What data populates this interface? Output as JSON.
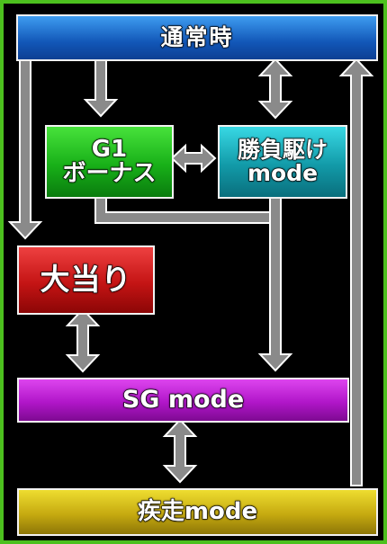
{
  "nodes": {
    "normal": "通常時",
    "g1_line1": "G1",
    "g1_line2": "ボーナス",
    "battle_line1": "勝負駆け",
    "battle_line2": "mode",
    "jackpot": "大当り",
    "sg_mode": "SG mode",
    "dash_mode": "疾走mode"
  },
  "colors": {
    "frame": "#4cc01e",
    "background": "#000000",
    "arrow_fill": "#8a8a8a",
    "arrow_stroke": "#ffffff",
    "normal": "#1a64c8",
    "g1": "#1fb51f",
    "battle": "#18a7b5",
    "jackpot": "#c81818",
    "sg_mode": "#b418cc",
    "dash_mode": "#c9ad12"
  },
  "edges": [
    {
      "from": "normal",
      "to": "jackpot",
      "direction": "forward"
    },
    {
      "from": "normal",
      "to": "g1",
      "direction": "forward"
    },
    {
      "from": "normal",
      "to": "battle",
      "direction": "both"
    },
    {
      "from": "g1",
      "to": "battle",
      "direction": "both"
    },
    {
      "from": "g1",
      "to": "sg_mode",
      "direction": "forward"
    },
    {
      "from": "battle",
      "to": "sg_mode",
      "direction": "forward"
    },
    {
      "from": "jackpot",
      "to": "sg_mode",
      "direction": "both"
    },
    {
      "from": "sg_mode",
      "to": "dash_mode",
      "direction": "both"
    },
    {
      "from": "dash_mode",
      "to": "normal",
      "direction": "forward"
    }
  ]
}
